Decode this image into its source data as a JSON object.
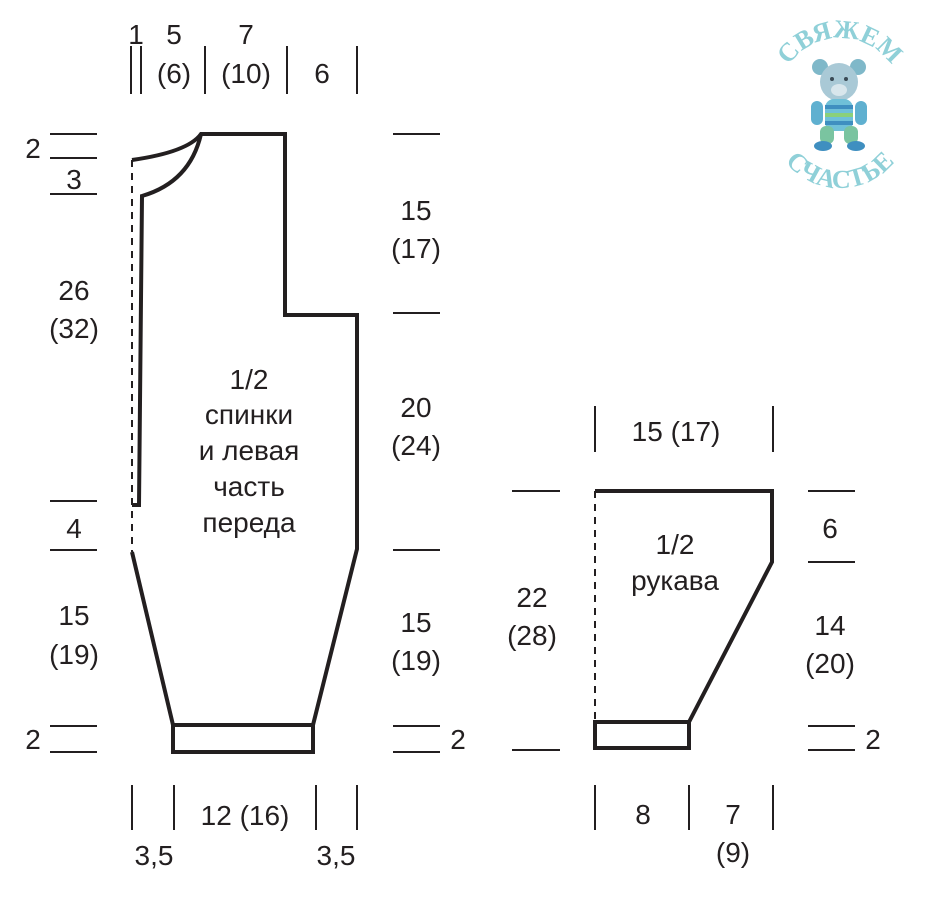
{
  "colors": {
    "ink": "#231f20",
    "logo": "#8fd0d8"
  },
  "logo": {
    "top_text": "СВЯЖЕМ",
    "bottom_text": "СЧАСТЬЕ",
    "icon": "knitted-bear-icon"
  },
  "back_panel": {
    "title_lines": [
      "1/2",
      "спинки",
      "и левая",
      "часть",
      "переда"
    ],
    "top_widths": {
      "a": "1",
      "b_top": "5",
      "b_bottom": "(6)",
      "c_top": "7",
      "c_bottom": "(10)",
      "d": "6"
    },
    "left": {
      "neck_drop": "2",
      "neck_step": "3",
      "armhole_top": "26",
      "armhole_bottom": "(32)",
      "mid": "4",
      "hip_top": "15",
      "hip_bottom": "(19)",
      "band": "2"
    },
    "right": {
      "shoulder_top": "15",
      "shoulder_bottom": "(17)",
      "body_top": "20",
      "body_bottom": "(24)",
      "hip_top": "15",
      "hip_bottom": "(19)",
      "band": "2"
    },
    "bottom": {
      "left": "3,5",
      "center": "12 (16)",
      "right": "3,5"
    }
  },
  "sleeve": {
    "title_lines": [
      "1/2",
      "рукава"
    ],
    "top_width": "15 (17)",
    "left": {
      "length_top": "22",
      "length_bottom": "(28)"
    },
    "right": {
      "cap": "6",
      "taper_top": "14",
      "taper_bottom": "(20)",
      "band": "2"
    },
    "bottom": {
      "left": "8",
      "right_top": "7",
      "right_bottom": "(9)"
    }
  }
}
